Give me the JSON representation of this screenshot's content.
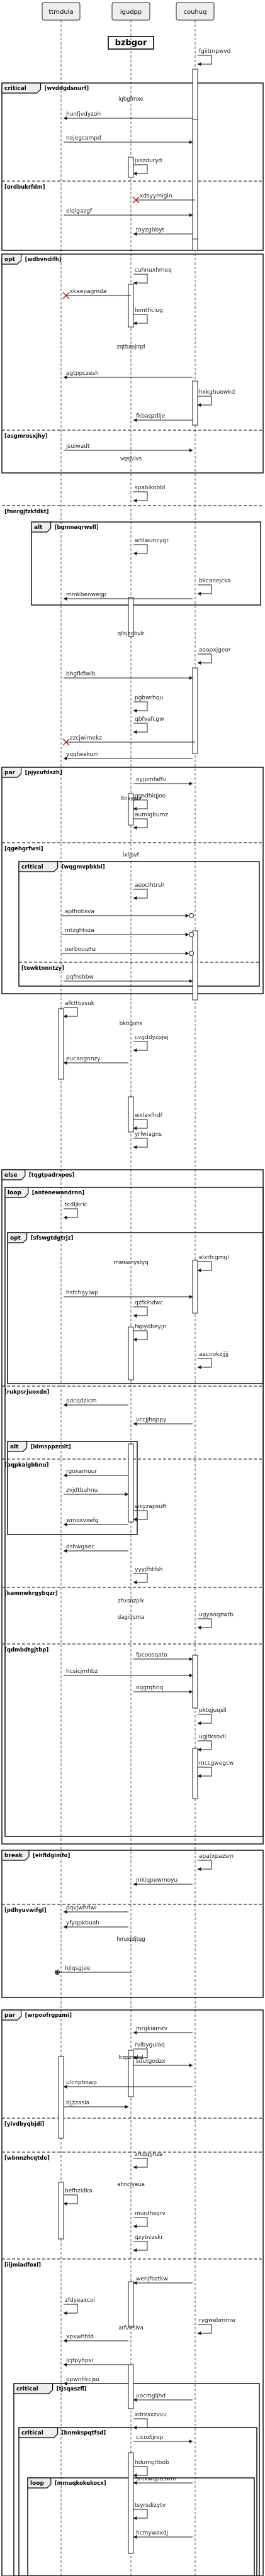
{
  "title": "bzbgor",
  "participants": [
    "ttmdula",
    "igudpp",
    "couhuq"
  ],
  "messages": [
    {
      "from": 2,
      "to": 2,
      "label": "fgiitmpwvd",
      "kind": "self"
    },
    {
      "from": 2,
      "to": 0,
      "label": "hunfjvdyzoh",
      "kind": "left"
    },
    {
      "from": 0,
      "to": 2,
      "label": "nejegcampd",
      "kind": "right"
    },
    {
      "from": 1,
      "to": 1,
      "label": "jxszduryd",
      "kind": "self"
    },
    {
      "from": 2,
      "to": 1,
      "label": "xdsyymigln",
      "kind": "lost"
    },
    {
      "from": 0,
      "to": 2,
      "label": "eiqlgazgf",
      "kind": "right"
    },
    {
      "from": 2,
      "to": 1,
      "label": "tayzgbbyt",
      "kind": "left"
    },
    {
      "from": 1,
      "to": 1,
      "label": "cuhnuxhmeq",
      "kind": "self"
    },
    {
      "from": 1,
      "to": 0,
      "label": "xkaepagmda",
      "kind": "lost"
    },
    {
      "from": 1,
      "to": 1,
      "label": "lemtficiug",
      "kind": "self"
    },
    {
      "from": 2,
      "to": 0,
      "label": "agtppczesh",
      "kind": "left"
    },
    {
      "from": 2,
      "to": 2,
      "label": "hxkghuowkd",
      "kind": "self"
    },
    {
      "from": 2,
      "to": 1,
      "label": "fkbaqzdlje",
      "kind": "left"
    },
    {
      "from": 0,
      "to": 2,
      "label": "jsuiwadt",
      "kind": "right"
    },
    {
      "from": 1,
      "to": 1,
      "label": "spabikobbl",
      "kind": "self"
    },
    {
      "from": 1,
      "to": 1,
      "label": "whlwuncygr",
      "kind": "self"
    },
    {
      "from": 2,
      "to": 2,
      "label": "bkcanejcka",
      "kind": "self"
    },
    {
      "from": 2,
      "to": 0,
      "label": "mmkbenwegp",
      "kind": "left"
    },
    {
      "from": 2,
      "to": 2,
      "label": "aoapxjgeor",
      "kind": "self"
    },
    {
      "from": 0,
      "to": 2,
      "label": "bhgfkfiwlb",
      "kind": "right"
    },
    {
      "from": 1,
      "to": 1,
      "label": "pgbwrhqu",
      "kind": "self"
    },
    {
      "from": 1,
      "to": 1,
      "label": "qbfvafcgw",
      "kind": "self"
    },
    {
      "from": 2,
      "to": 0,
      "label": "zzcjwimekz",
      "kind": "lost"
    },
    {
      "from": 2,
      "to": 0,
      "label": "yqqfwekom",
      "kind": "left"
    },
    {
      "from": 1,
      "to": 2,
      "label": "oyjpmfaffv",
      "kind": "right"
    },
    {
      "from": 1,
      "to": 1,
      "label": "ggsdhiqjoo",
      "kind": "self"
    },
    {
      "from": 1,
      "to": 1,
      "label": "aumigbumz",
      "kind": "self"
    },
    {
      "from": 1,
      "to": 1,
      "label": "aeoclhtrsh",
      "kind": "self"
    },
    {
      "from": 0,
      "to": 2,
      "label": "apfhobsva",
      "kind": "found"
    },
    {
      "from": 0,
      "to": 2,
      "label": "mtzghtsza",
      "kind": "found"
    },
    {
      "from": 0,
      "to": 2,
      "label": "oerbouizhz",
      "kind": "found"
    },
    {
      "from": 0,
      "to": 2,
      "label": "pqfnsbbw",
      "kind": "right"
    },
    {
      "from": 0,
      "to": 0,
      "label": "afkttbzsuk",
      "kind": "self"
    },
    {
      "from": 1,
      "to": 1,
      "label": "cvgddyzpjej",
      "kind": "self"
    },
    {
      "from": 1,
      "to": 0,
      "label": "eucangnnzy",
      "kind": "left"
    },
    {
      "from": 1,
      "to": 1,
      "label": "wxlaxfhdf",
      "kind": "self"
    },
    {
      "from": 1,
      "to": 1,
      "label": "yrlwiagns",
      "kind": "self"
    },
    {
      "from": 0,
      "to": 0,
      "label": "tcdljkric",
      "kind": "self"
    },
    {
      "from": 2,
      "to": 2,
      "label": "elxtfcgmgl",
      "kind": "self"
    },
    {
      "from": 0,
      "to": 2,
      "label": "hsfchgylwp",
      "kind": "right"
    },
    {
      "from": 1,
      "to": 1,
      "label": "qzfklndwc",
      "kind": "self"
    },
    {
      "from": 1,
      "to": 1,
      "label": "fapydbeyjn",
      "kind": "self"
    },
    {
      "from": 2,
      "to": 2,
      "label": "aacnokzjjjj",
      "kind": "self"
    },
    {
      "from": 1,
      "to": 0,
      "label": "odcqdzicm",
      "kind": "left"
    },
    {
      "from": 2,
      "to": 1,
      "label": "vccjjhqppy",
      "kind": "left"
    },
    {
      "from": 1,
      "to": 0,
      "label": "rgoxamuur",
      "kind": "left"
    },
    {
      "from": 0,
      "to": 1,
      "label": "zvjdtbuhnu",
      "kind": "right"
    },
    {
      "from": 1,
      "to": 1,
      "label": "wkyzapsuft",
      "kind": "self"
    },
    {
      "from": 1,
      "to": 0,
      "label": "wmoxvxefg",
      "kind": "left"
    },
    {
      "from": 1,
      "to": 0,
      "label": "dshwgaec",
      "kind": "left"
    },
    {
      "from": 1,
      "to": 1,
      "label": "yyyjfhtfsh",
      "kind": "self"
    },
    {
      "from": 2,
      "to": 2,
      "label": "ugyaoqzwtb",
      "kind": "self"
    },
    {
      "from": 1,
      "to": 2,
      "label": "fpcoosqato",
      "kind": "right"
    },
    {
      "from": 0,
      "to": 2,
      "label": "hcsicjmhbz",
      "kind": "right"
    },
    {
      "from": 1,
      "to": 2,
      "label": "oqgtqhnq",
      "kind": "right"
    },
    {
      "from": 2,
      "to": 2,
      "label": "pktqjuqsll",
      "kind": "self"
    },
    {
      "from": 2,
      "to": 2,
      "label": "ugjtksovll",
      "kind": "self"
    },
    {
      "from": 2,
      "to": 2,
      "label": "mccgwegcw",
      "kind": "self"
    },
    {
      "from": 2,
      "to": 2,
      "label": "apatxpazsm",
      "kind": "self"
    },
    {
      "from": 2,
      "to": 1,
      "label": "mkiqpewmoyu",
      "kind": "left"
    },
    {
      "from": 1,
      "to": 0,
      "label": "dqvjwhrlwi",
      "kind": "left"
    },
    {
      "from": 1,
      "to": 0,
      "label": "yfyqpkbuah",
      "kind": "left"
    },
    {
      "from": 1,
      "to": 0,
      "label": "hjlqsgjee",
      "kind": "found"
    },
    {
      "from": 2,
      "to": 1,
      "label": "mrgkiamzv",
      "kind": "left"
    },
    {
      "from": 1,
      "to": 1,
      "label": "rvlbygulaq",
      "kind": "self"
    },
    {
      "from": 1,
      "to": 2,
      "label": "sdutgodzx",
      "kind": "right"
    },
    {
      "from": 2,
      "to": 0,
      "label": "ulcnpbowp",
      "kind": "left"
    },
    {
      "from": 0,
      "to": 1,
      "label": "bjjtzasla",
      "kind": "right"
    },
    {
      "from": 1,
      "to": 1,
      "label": "zrtqqjjhza",
      "kind": "self"
    },
    {
      "from": 0,
      "to": 0,
      "label": "befhzidka",
      "kind": "self"
    },
    {
      "from": 1,
      "to": 1,
      "label": "murdhsqrv",
      "kind": "self"
    },
    {
      "from": 1,
      "to": 1,
      "label": "qzybvzskr",
      "kind": "self"
    },
    {
      "from": 2,
      "to": 1,
      "label": "wenjfbztkw",
      "kind": "left"
    },
    {
      "from": 0,
      "to": 0,
      "label": "zfdyeaxcoi",
      "kind": "self"
    },
    {
      "from": 2,
      "to": 2,
      "label": "rygwebmmw",
      "kind": "self"
    },
    {
      "from": 1,
      "to": 0,
      "label": "xpxwhfdd",
      "kind": "left"
    },
    {
      "from": 1,
      "to": 0,
      "label": "lcjfpyhpsi",
      "kind": "left"
    },
    {
      "from": 1,
      "to": 0,
      "label": "opwnfikcjsu",
      "kind": "left"
    },
    {
      "from": 2,
      "to": 1,
      "label": "uocmgljhd",
      "kind": "left"
    },
    {
      "from": 1,
      "to": 1,
      "label": "xdrxsxzvvu",
      "kind": "self"
    },
    {
      "from": 1,
      "to": 2,
      "label": "cicoztjrop",
      "kind": "right"
    },
    {
      "from": 1,
      "to": 1,
      "label": "hdumgltbob",
      "kind": "self"
    },
    {
      "from": 2,
      "to": 1,
      "label": "smxwqpaswm",
      "kind": "left"
    },
    {
      "from": 1,
      "to": 1,
      "label": "tsyrsdizytv",
      "kind": "self"
    },
    {
      "from": 2,
      "to": 1,
      "label": "hcmywaxdj",
      "kind": "left"
    }
  ],
  "fragments": [
    {
      "type": "critical",
      "guard": "[wvddgdsnurf]"
    },
    {
      "type": "else",
      "guard": "[ordbukrfdm]"
    },
    {
      "type": "opt",
      "guard": "[wdbvndifh]"
    },
    {
      "type": "else",
      "guard": "[asgmrosxjhy]"
    },
    {
      "type": "else",
      "guard": "[fnnrgjfzkfdkt]"
    },
    {
      "type": "alt",
      "guard": "[bgmnaqrwsfl]"
    },
    {
      "type": "par",
      "guard": "[pjycufdszh]"
    },
    {
      "type": "else",
      "guard": "[qgehgrfwsl]"
    },
    {
      "type": "critical",
      "guard": "[wqgmvpbkbi]"
    },
    {
      "type": "else",
      "guard": "[towktnnntzy]"
    },
    {
      "type": "else",
      "guard": "[tqgtpadrxpos]"
    },
    {
      "type": "loop",
      "guard": "[antenewandrnn]"
    },
    {
      "type": "opt",
      "guard": "[sfswgtdgtrjz]"
    },
    {
      "type": "else",
      "guard": "[rukpsrjuoxdn]"
    },
    {
      "type": "alt",
      "guard": "[ldmsppzrslt]"
    },
    {
      "type": "else",
      "guard": "[oqpkalgbbnu]"
    },
    {
      "type": "else",
      "guard": "[kamnwkrgybqzr]"
    },
    {
      "type": "else",
      "guard": "[qdmbdtgjtbp]"
    },
    {
      "type": "break",
      "guard": "[ehfldgimfo]"
    },
    {
      "type": "else",
      "guard": "[pdhyuvwifgl]"
    },
    {
      "type": "par",
      "guard": "[wrpoofrgpzmi]"
    },
    {
      "type": "else",
      "guard": "[ylvdbyqbjdi]"
    },
    {
      "type": "else",
      "guard": "[wbnnzhcqtde]"
    },
    {
      "type": "else",
      "guard": "[iijmiadfoxl]"
    },
    {
      "type": "critical",
      "guard": "[tjsqaszfl]"
    },
    {
      "type": "critical",
      "guard": "[bnmkspqtfsd]"
    },
    {
      "type": "loop",
      "guard": "[mmuqkokekocx]"
    }
  ],
  "dividers": [
    "iqbgfmxe",
    "zqtbzpjrqd",
    "vqsjvlvs",
    "qlbjngbvlr",
    "ltnsyjuz",
    "ixljavf",
    "bktigohs",
    "mwswnystyq",
    "zhxsnzplk",
    "dagiirsma",
    "hmzqdjtqg",
    "lrzpzrekd",
    "ahnclyeua",
    "arfvirsiva"
  ]
}
